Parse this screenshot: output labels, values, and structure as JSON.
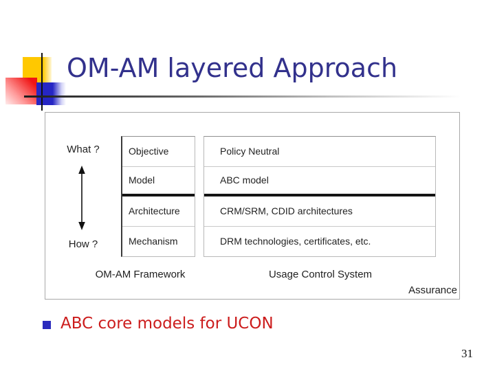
{
  "slide": {
    "title": "OM-AM layered Approach",
    "bullet_text": "ABC core models for UCON",
    "page_number": "31"
  },
  "diagram": {
    "what_label": "What ?",
    "how_label": "How ?",
    "rows": [
      {
        "layer": "Objective",
        "value": "Policy Neutral"
      },
      {
        "layer": "Model",
        "value": "ABC model"
      },
      {
        "layer": "Architecture",
        "value": "CRM/SRM, CDID architectures"
      },
      {
        "layer": "Mechanism",
        "value": "DRM technologies, certificates, etc."
      }
    ],
    "caption_left": "OM-AM Framework",
    "caption_right": "Usage Control System",
    "caption_corner": "Assurance"
  },
  "colors": {
    "title_text": "#32318C",
    "bullet_text": "#CC1C1C",
    "bullet_marker": "#2B2BBD",
    "decor_yellow": "#FFC800",
    "decor_red": "#F01414",
    "decor_blue": "#2626C4",
    "line_black": "#101010"
  }
}
